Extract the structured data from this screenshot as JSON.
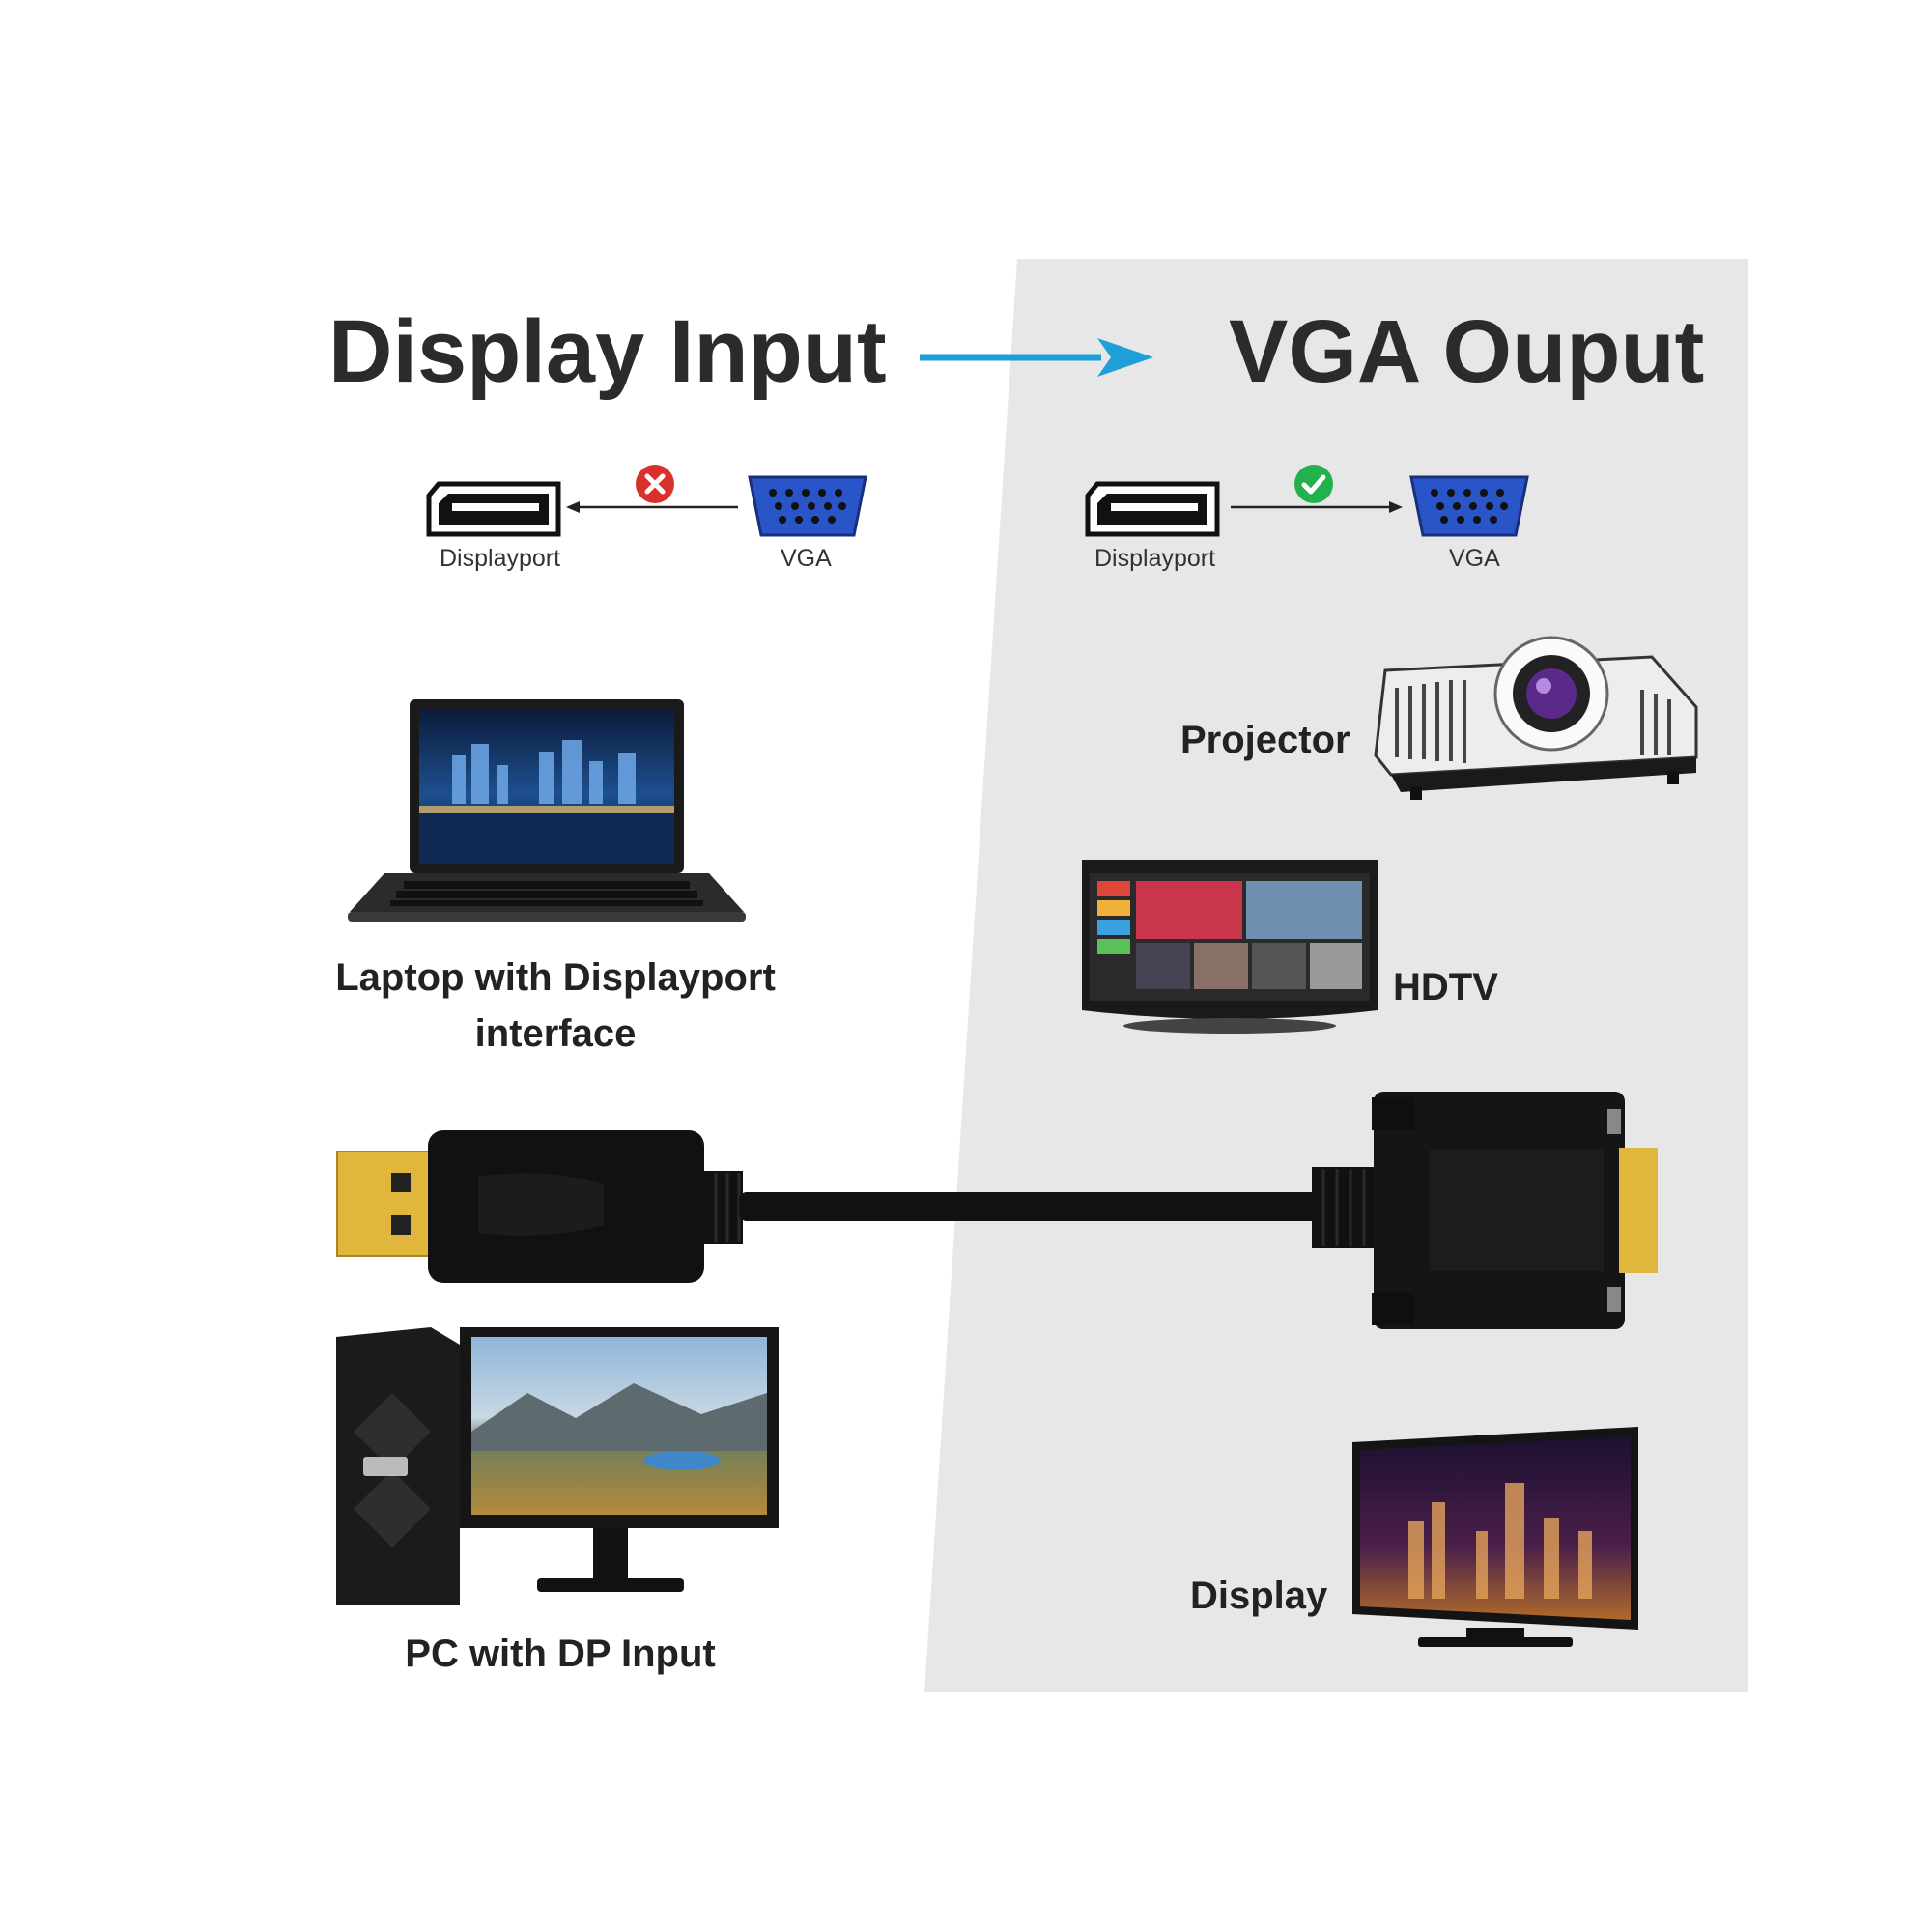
{
  "input_section": {
    "heading": "Display Input",
    "connector_left_label": "Displayport",
    "connector_right_label": "VGA",
    "compatibility": "incompatible",
    "devices": [
      {
        "label_line1": "Laptop with Displayport",
        "label_line2": "interface"
      },
      {
        "label": "PC with DP Input"
      }
    ]
  },
  "output_section": {
    "heading": "VGA Ouput",
    "connector_left_label": "Displayport",
    "connector_right_label": "VGA",
    "compatibility": "compatible",
    "devices": [
      {
        "label": "Projector"
      },
      {
        "label": "HDTV"
      },
      {
        "label": "Display"
      }
    ]
  },
  "colors": {
    "arrow": "#1f9fd8",
    "vga_blue": "#2a55c9",
    "check_green": "#22b14c",
    "cross_red": "#d9302b",
    "panel_gray": "#e6e6e6",
    "gold_contact": "#e0b63c"
  }
}
